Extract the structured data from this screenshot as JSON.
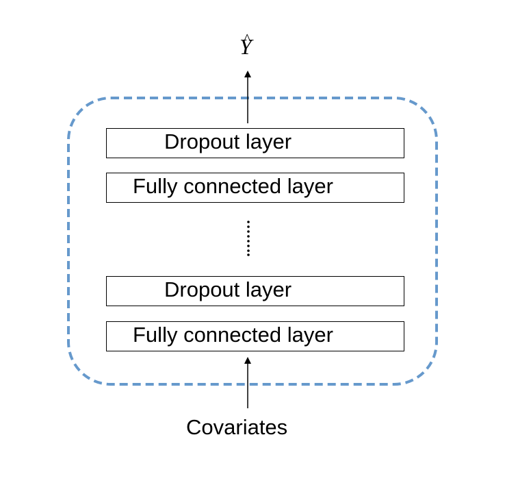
{
  "diagram": {
    "output_symbol": "Y",
    "output_accent": "^",
    "input_label": "Covariates",
    "layers": [
      {
        "label": "Dropout layer"
      },
      {
        "label": "Fully connected layer"
      },
      {
        "label": "Dropout layer"
      },
      {
        "label": "Fully connected layer"
      }
    ],
    "container_border_color": "#6699CC"
  }
}
